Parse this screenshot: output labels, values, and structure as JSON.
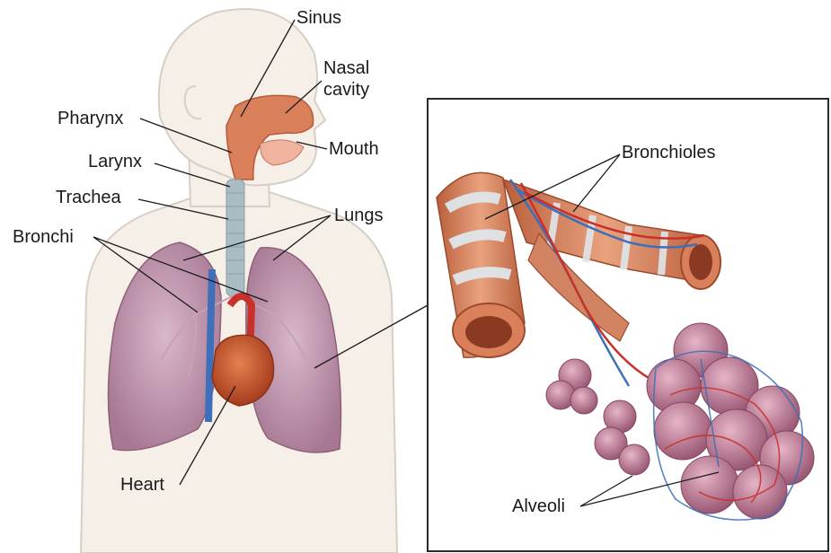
{
  "labels": {
    "sinus": "Sinus",
    "nasal_line1": "Nasal",
    "nasal_line2": "cavity",
    "pharynx": "Pharynx",
    "mouth": "Mouth",
    "larynx": "Larynx",
    "trachea": "Trachea",
    "lungs": "Lungs",
    "bronchi": "Bronchi",
    "heart": "Heart",
    "bronchioles": "Bronchioles",
    "alveoli": "Alveoli"
  },
  "colors": {
    "skin_outline": "#d6cfc6",
    "skin_fill": "#f6efe8",
    "lung": "#b98ca8",
    "heart": "#c4542a",
    "airway": "#c87452",
    "trachea": "#a9bcc4",
    "vessel_blue": "#3e6fb8",
    "vessel_red": "#c8302a",
    "alveoli": "#b06e88"
  }
}
